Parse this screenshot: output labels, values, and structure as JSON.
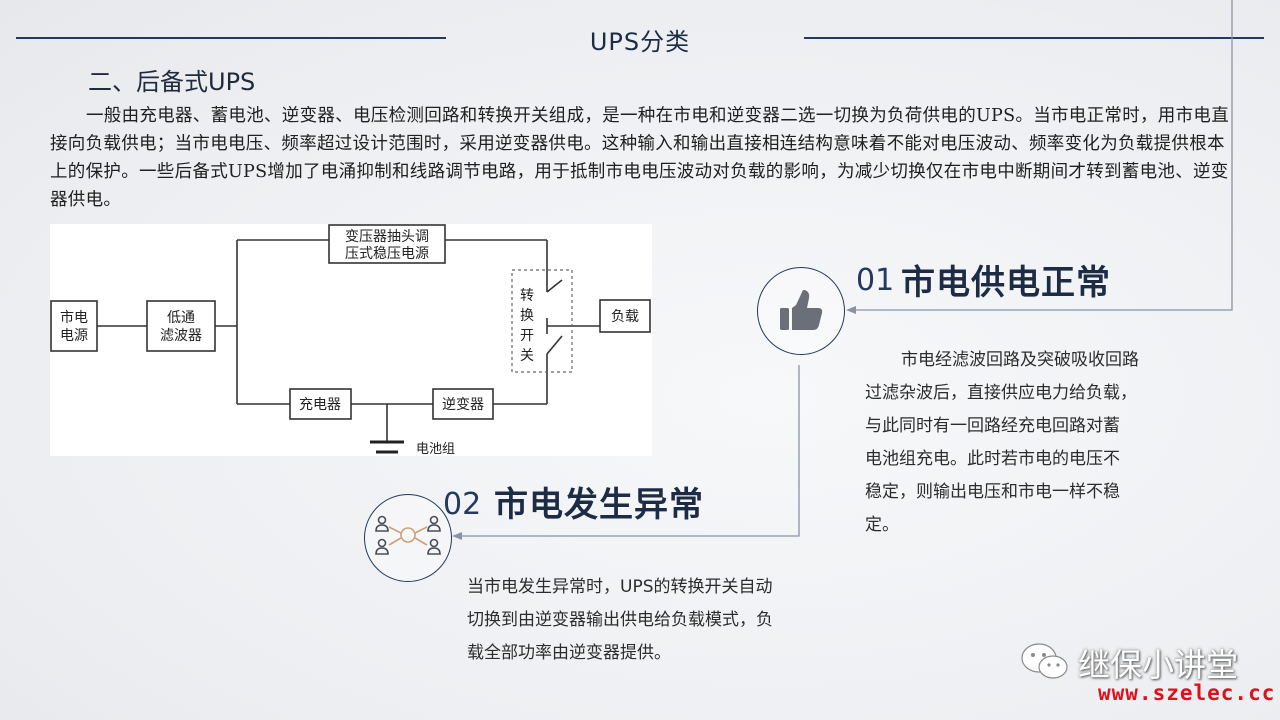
{
  "page": {
    "title": "UPS分类",
    "subtitle": "二、后备式UPS",
    "paragraph": "一般由充电器、蓄电池、逆变器、电压检测回路和转换开关组成，是一种在市电和逆变器二选一切换为负荷供电的UPS。当市电正常时，用市电直接向负载供电；当市电电压、频率超过设计范围时，采用逆变器供电。这种输入和输出直接相连结构意味着不能对电压波动、频率变化为负载提供根本上的保护。一些后备式UPS增加了电涌抑制和线路调节电路，用于抵制市电电压波动对负载的影响，为减少切换仅在市电中断期间才转到蓄电池、逆变器供电。"
  },
  "diagram": {
    "mains_line1": "市电",
    "mains_line2": "电源",
    "filter_line1": "低通",
    "filter_line2": "滤波器",
    "transformer_line1": "变压器抽头调",
    "transformer_line2": "压式稳压电源",
    "switch_chars": [
      "转",
      "换",
      "开",
      "关"
    ],
    "load": "负载",
    "charger": "充电器",
    "inverter": "逆变器",
    "battery": "电池组"
  },
  "section1": {
    "number": "01",
    "heading": "市电供电正常",
    "icon": "thumbs-up-icon",
    "text_lines": [
      "市电经滤波回路及突破吸收回路",
      "过滤杂波后，直接供应电力给负载，",
      "与此同时有一回路经充电回路对蓄",
      "电池组充电。此时若市电的电压不",
      "稳定，则输出电压和市电一样不稳",
      "定。"
    ]
  },
  "section2": {
    "number": "02",
    "heading": "市电发生异常",
    "icon": "people-network-icon",
    "text_lines": [
      "当市电发生异常时，UPS的转换开关自动",
      "切换到由逆变器输出供电给负载模式，负",
      "载全部功率由逆变器提供。"
    ]
  },
  "watermark": {
    "name": "继保小讲堂",
    "url": "www.szelec.cc"
  },
  "colors": {
    "accent": "#233a5e",
    "watermark_url": "#e0101a"
  }
}
